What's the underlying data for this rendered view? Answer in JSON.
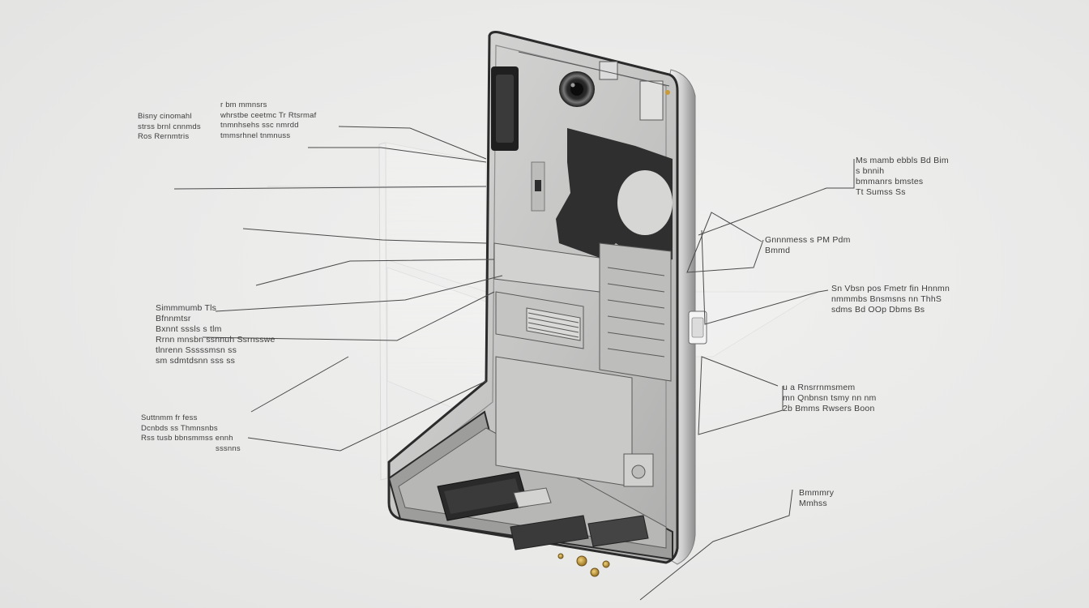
{
  "diagram": {
    "callouts": {
      "top_left_a": [
        "Bisny cinomahl",
        "strss brnl cnnmds",
        "Ros Rernmtris"
      ],
      "top_left_b": [
        "r bm mmnsrs",
        "whrstbe ceetmc Tr Rtsrmaf",
        "tnmnhsehs ssc nmrdd",
        "tmmsrhnel tnmnuss"
      ],
      "mid_left": [
        "Simmmumb Tls",
        "Bfnnmtsr",
        "Bxnnt sssls s tlm",
        "Rrnn mnsbn ssnnuh Ssrnsswe",
        "tlnrenn Sssssmsn ss",
        "sm sdmtdsnn sss ss"
      ],
      "low_left": [
        "Suttnmm fr fess",
        "Dcnbds ss Thmnsnbs",
        "Rss tusb bbnsmmss ennh",
        "sssnns"
      ],
      "top_right": [
        "Ms mamb ebbls Bd Bim",
        "s bnnih",
        "bmmanrs bmstes",
        "Tt Sumss Ss"
      ],
      "mid_right_a": [
        "Gnnnmess s PM Pdm",
        "Bmmd"
      ],
      "mid_right_b": [
        "Sn Vbsn pos Fmetr fin Hnnmn",
        "nmmmbs Bnsmsns nn ThhS",
        "sdms Bd OOp Dbms Bs"
      ],
      "low_right": [
        "u a Rnsrrnmsmem",
        "mn Qnbnsn tsmy nn nm",
        "2b Bmms Rwsers Boon"
      ],
      "bottom_right": [
        "Bmmmry",
        "Mmhss"
      ]
    },
    "colors": {
      "background": "#ebebea",
      "frame": "#b9b9b9",
      "frame_dark": "#2b2b2b",
      "panel": "#c8c8c7",
      "dark_shape": "#333333",
      "text": "#3e3e3e",
      "leader_line": "#4a4a4a",
      "chip_gold": "#c8a24a"
    },
    "icons": [
      "camera-lens-icon",
      "flash-icon",
      "sensor-icon",
      "side-button-icon",
      "chip-icon"
    ]
  }
}
